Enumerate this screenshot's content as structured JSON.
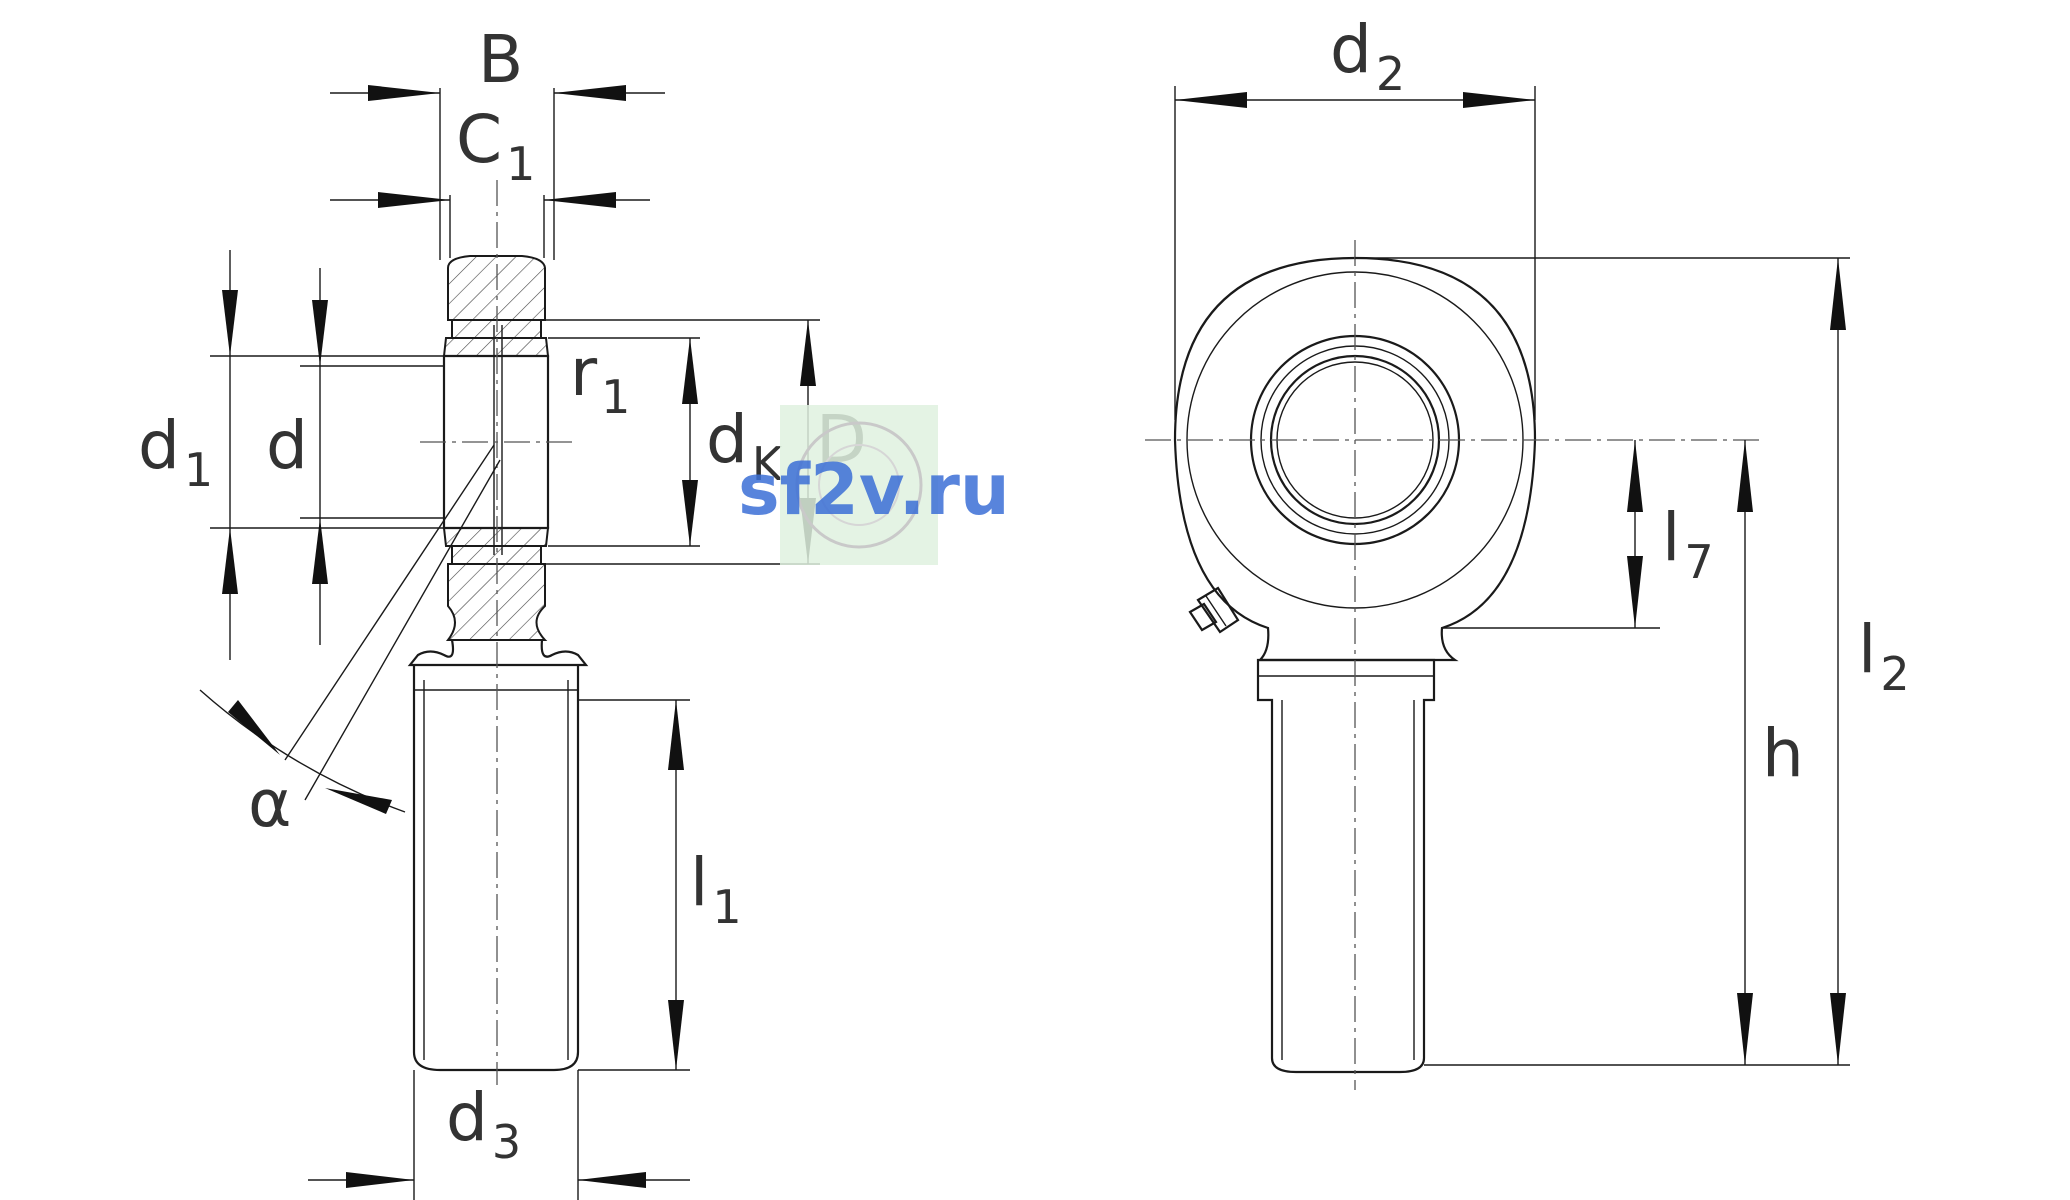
{
  "labels": {
    "B": "B",
    "C1": {
      "main": "C",
      "sub": "1"
    },
    "d1": {
      "main": "d",
      "sub": "1"
    },
    "d": "d",
    "r1": {
      "main": "r",
      "sub": "1"
    },
    "dk": {
      "main": "d",
      "sub": "K"
    },
    "D": "D",
    "alpha": "α",
    "l1": {
      "main": "l",
      "sub": "1"
    },
    "d3": {
      "main": "d",
      "sub": "3"
    },
    "d2": {
      "main": "d",
      "sub": "2"
    },
    "l7": {
      "main": "l",
      "sub": "7"
    },
    "h": "h",
    "l2": {
      "main": "l",
      "sub": "2"
    }
  },
  "watermark": {
    "text": "sf2v.ru",
    "text_color": "#3b6fd6",
    "badge_color": "#dff1df"
  }
}
